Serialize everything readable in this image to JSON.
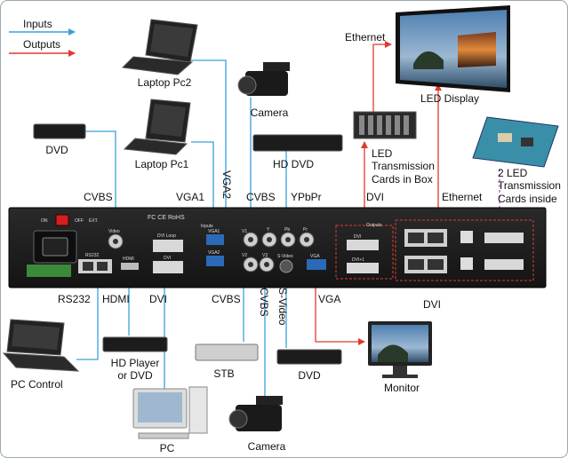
{
  "legend": {
    "inputs": "Inputs",
    "outputs": "Outputs"
  },
  "colors": {
    "input_line": "#3aa0dc",
    "output_line": "#e03a2f",
    "ethernet_dashed": "#c03ac0",
    "device_body": "#1c1c1c",
    "screen_sky": "#6f93b8"
  },
  "devices": {
    "laptop_pc2": "Laptop Pc2",
    "camera_top": "Camera",
    "dvd_top": "DVD",
    "laptop_pc1": "Laptop Pc1",
    "hd_dvd": "HD DVD",
    "led_cards_box": "LED Transmission Cards in Box",
    "led_display": "LED Display",
    "led_cards_inside": "2 LED Transmission Cards inside",
    "pc_control": "PC Control",
    "hd_player": "HD Player or DVD",
    "stb": "STB",
    "dvd_bottom": "DVD",
    "monitor": "Monitor",
    "pc": "PC",
    "camera_bottom": "Camera"
  },
  "signals": {
    "ethernet_top": "Ethernet",
    "cvbs_left": "CVBS",
    "vga1": "VGA1",
    "vga2": "VGA2",
    "cvbs_top": "CVBS",
    "ypbpr": "YPbPr",
    "dvi_top": "DVI",
    "ethernet_right": "Ethernet",
    "rs232": "RS232",
    "hdmi": "HDMI",
    "dvi_bottom_left": "DVI",
    "cvbs_bottom": "CVBS",
    "cvbs_bottom_vertical": "CVBS",
    "svideo": "S-Video",
    "vga_out": "VGA",
    "dvi_right": "DVI"
  },
  "panel": {
    "on": "ON",
    "off": "OFF",
    "ext": "EXT.",
    "video": "Video",
    "dvi_loop": "DVI Loop",
    "inputs": "Inputs",
    "vga1": "VGA1",
    "vga2": "VGA2",
    "v1": "V1",
    "v2": "V2",
    "v3": "V3",
    "y": "Y",
    "pb": "Pb",
    "pr": "Pr",
    "svideo": "S-Video",
    "vga": "VGA",
    "outputs": "Outputs",
    "dvi": "DVI",
    "dvi_plus_1": "DVI+1",
    "hdmi": "HDMI",
    "rs232": "RS232",
    "dvi2": "DVI",
    "cert": "FC CE RoHS"
  }
}
